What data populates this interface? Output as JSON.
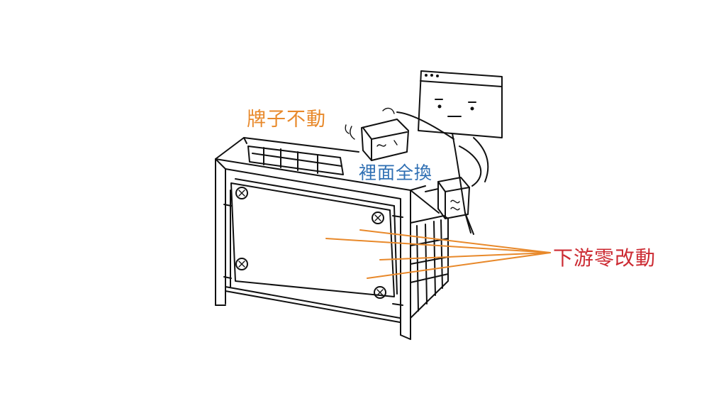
{
  "labels": {
    "signboard_unchanged": "牌子不動",
    "contents_replaced": "裡面全換",
    "downstream_changes": "下游零改動"
  },
  "colors": {
    "ink": "#111111",
    "orange": "#e8892b",
    "blue": "#2f6fb3",
    "red": "#cc2b33",
    "paper": "#ffffff"
  },
  "icons": {
    "character": "browser-window-head-figure",
    "blocks": "cube-blocks",
    "screws": "cross-screw"
  }
}
